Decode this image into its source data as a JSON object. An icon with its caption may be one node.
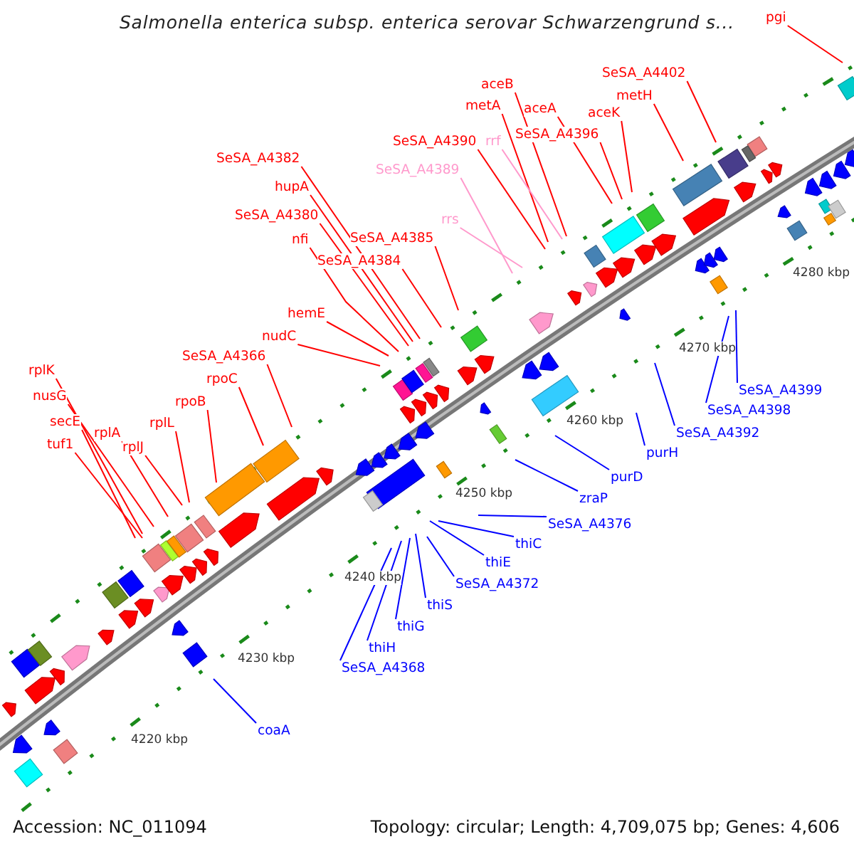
{
  "diagram": {
    "title": "Salmonella enterica subsp. enterica serovar Schwarzengrund s...",
    "nodes": [
      {
        "text": [
          "pgi"
        ]
      },
      {
        "text": [
          "SeSA_A4402"
        ]
      },
      {
        "text": [
          "aceB"
        ]
      },
      {
        "text": [
          "metH"
        ]
      },
      {
        "text": [
          "metA"
        ]
      },
      {
        "text": [
          "aceA"
        ]
      },
      {
        "text": [
          "aceK"
        ]
      },
      {
        "text": [
          "SeSA_A4396"
        ]
      },
      {
        "text": [
          "SeSA_A4390"
        ]
      },
      {
        "text": [
          "rrf"
        ]
      },
      {
        "text": [
          "SeSA_A4382"
        ]
      },
      {
        "text": [
          "SeSA_A4389"
        ]
      },
      {
        "text": [
          "hupA"
        ]
      },
      {
        "text": [
          "SeSA_A4380"
        ]
      },
      {
        "text": [
          "rrs"
        ]
      },
      {
        "text": [
          "SeSA_A4385"
        ]
      },
      {
        "text": [
          "nfi"
        ]
      },
      {
        "text": [
          "SeSA_A4384"
        ]
      },
      {
        "text": [
          "hemE"
        ]
      },
      {
        "text": [
          "nudC"
        ]
      },
      {
        "text": [
          "SeSA_A4366"
        ]
      },
      {
        "text": [
          "rplK"
        ]
      },
      {
        "text": [
          "rpoC"
        ]
      },
      {
        "text": [
          "nusG"
        ]
      },
      {
        "text": [
          "rpoB"
        ]
      },
      {
        "text": [
          "secE"
        ]
      },
      {
        "text": [
          "rplL"
        ]
      },
      {
        "text": [
          "rplA"
        ]
      },
      {
        "text": [
          "tuf1"
        ]
      },
      {
        "text": [
          "rplJ"
        ]
      },
      {
        "text": [
          "SeSA_A4399"
        ]
      },
      {
        "text": [
          "SeSA_A4398"
        ]
      },
      {
        "text": [
          "SeSA_A4392"
        ]
      },
      {
        "text": [
          "purH"
        ]
      },
      {
        "text": [
          "purD"
        ]
      },
      {
        "text": [
          "zraP"
        ]
      },
      {
        "text": [
          "SeSA_A4376"
        ]
      },
      {
        "text": [
          "thiC"
        ]
      },
      {
        "text": [
          "thiE"
        ]
      },
      {
        "text": [
          "SeSA_A4372"
        ]
      },
      {
        "text": [
          "thiS"
        ]
      },
      {
        "text": [
          "thiG"
        ]
      },
      {
        "text": [
          "thiH"
        ]
      },
      {
        "text": [
          "SeSA_A4368"
        ]
      },
      {
        "text": [
          "coaA"
        ]
      }
    ],
    "edges": [
      {
        "from": 0,
        "to": null,
        "arrow": "none"
      },
      {
        "from": 1,
        "to": null,
        "arrow": "none"
      },
      {
        "from": 2,
        "to": null,
        "arrow": "none"
      },
      {
        "from": 3,
        "to": null,
        "arrow": "none"
      },
      {
        "from": 4,
        "to": null,
        "arrow": "none"
      },
      {
        "from": 5,
        "to": null,
        "arrow": "none"
      },
      {
        "from": 6,
        "to": null,
        "arrow": "none"
      },
      {
        "from": 7,
        "to": null,
        "arrow": "none"
      },
      {
        "from": 8,
        "to": null,
        "arrow": "none"
      },
      {
        "from": 9,
        "to": null,
        "arrow": "none",
        "color": "#ff99cc"
      },
      {
        "from": 10,
        "to": null,
        "arrow": "none"
      },
      {
        "from": 11,
        "to": null,
        "arrow": "none",
        "color": "#ff99cc"
      },
      {
        "from": 12,
        "to": null,
        "arrow": "none"
      },
      {
        "from": 13,
        "to": null,
        "arrow": "none"
      },
      {
        "from": 14,
        "to": null,
        "arrow": "none",
        "color": "#ff99cc"
      },
      {
        "from": 15,
        "to": null,
        "arrow": "none"
      },
      {
        "from": 16,
        "to": null,
        "arrow": "none"
      },
      {
        "from": 17,
        "to": null,
        "arrow": "none"
      },
      {
        "from": 18,
        "to": null,
        "arrow": "none"
      },
      {
        "from": 19,
        "to": null,
        "arrow": "none"
      },
      {
        "from": 20,
        "to": null,
        "arrow": "none"
      },
      {
        "from": 21,
        "to": null,
        "arrow": "none"
      },
      {
        "from": 22,
        "to": null,
        "arrow": "none"
      },
      {
        "from": 23,
        "to": null,
        "arrow": "none"
      },
      {
        "from": 24,
        "to": null,
        "arrow": "none"
      },
      {
        "from": 25,
        "to": null,
        "arrow": "none"
      },
      {
        "from": 26,
        "to": null,
        "arrow": "none"
      },
      {
        "from": 27,
        "to": null,
        "arrow": "none"
      },
      {
        "from": 28,
        "to": null,
        "arrow": "none"
      },
      {
        "from": 29,
        "to": null,
        "arrow": "none"
      },
      {
        "from": 30,
        "to": null,
        "arrow": "none",
        "color": "#0000ff"
      },
      {
        "from": 31,
        "to": null,
        "arrow": "none",
        "color": "#0000ff"
      },
      {
        "from": 32,
        "to": null,
        "arrow": "none",
        "color": "#0000ff"
      },
      {
        "from": 33,
        "to": null,
        "arrow": "none",
        "color": "#0000ff"
      },
      {
        "from": 34,
        "to": null,
        "arrow": "none",
        "color": "#0000ff"
      },
      {
        "from": 35,
        "to": null,
        "arrow": "none",
        "color": "#0000ff"
      },
      {
        "from": 36,
        "to": null,
        "arrow": "none",
        "color": "#0000ff"
      },
      {
        "from": 37,
        "to": null,
        "arrow": "none",
        "color": "#0000ff"
      },
      {
        "from": 38,
        "to": null,
        "arrow": "none",
        "color": "#0000ff"
      },
      {
        "from": 39,
        "to": null,
        "arrow": "none",
        "color": "#0000ff"
      },
      {
        "from": 40,
        "to": null,
        "arrow": "none",
        "color": "#0000ff"
      },
      {
        "from": 41,
        "to": null,
        "arrow": "none",
        "color": "#0000ff"
      },
      {
        "from": 42,
        "to": null,
        "arrow": "none",
        "color": "#0000ff"
      },
      {
        "from": 43,
        "to": null,
        "arrow": "none",
        "color": "#0000ff"
      },
      {
        "from": 44,
        "to": null,
        "arrow": "none",
        "color": "#0000ff"
      }
    ],
    "labels": [
      "4280 kbp",
      "4270 kbp",
      "4260 kbp",
      "4250 kbp",
      "4240 kbp",
      "4230 kbp",
      "4220 kbp",
      "Accession: NC_011094",
      "Topology: circular; Length: 4,709,075 bp; Genes: 4,606"
    ]
  }
}
